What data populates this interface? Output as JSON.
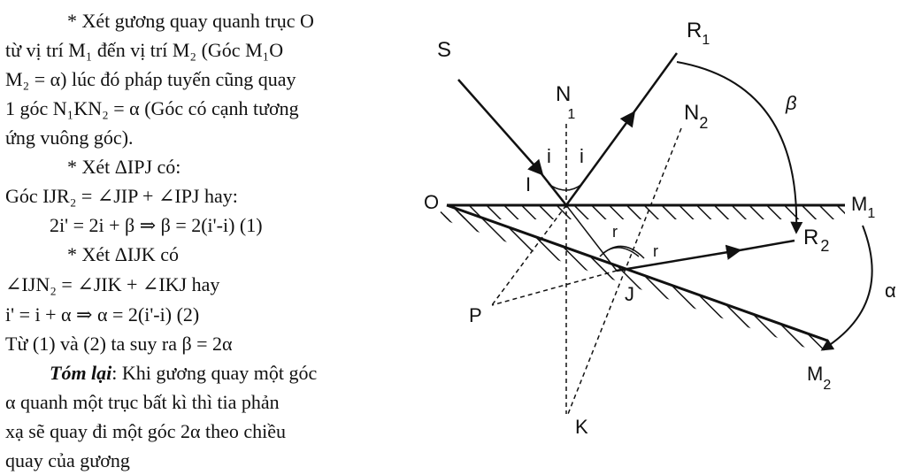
{
  "text": {
    "line1": "* Xét gương quay quanh trục O",
    "line2": "từ vị trí M₁ đến vị trí M₂ (Góc M₁O",
    "line3": "M₂ = α) lúc đó pháp tuyến cũng quay",
    "line4": "1 góc N₁KN₂ = α (Góc có cạnh tương",
    "line5": "ứng vuông góc).",
    "line6": "* Xét ΔIPJ có:",
    "line7": "Góc IJR₂ = ∠JIP + ∠IPJ  hay:",
    "line8": "2i' = 2i + β ⇒ β = 2(i'-i)     (1)",
    "line9": "* Xét ΔIJK có",
    "line10": "∠IJN₂ = ∠JIK + ∠IKJ  hay",
    "line11": "i' = i + α ⇒  α = 2(i'-i)     (2)",
    "line12": "Từ (1) và (2) ta suy ra β = 2α",
    "line13_bold": "Tóm lại",
    "line13_rest": ": Khi gương quay một góc",
    "line14": "α quanh một trục bất kì  thì tia phản",
    "line15": "xạ sẽ quay đi một góc 2α theo chiều",
    "line16": "quay của gương"
  },
  "diagram": {
    "S": "S",
    "R1": "R",
    "R1_sub": "1",
    "N1": "N",
    "N1_sub": "1",
    "N2": "N",
    "N2_sub": "2",
    "I": "I",
    "O": "O",
    "M1": "M",
    "M1_sub": "1",
    "R2": "R",
    "R2_sub": "2",
    "J": "J",
    "P": "P",
    "M2": "M",
    "M2_sub": "2",
    "K": "K",
    "beta": "β",
    "alpha": "α",
    "i_left": "i",
    "i_right": "i",
    "r_left": "r",
    "r_right": "r"
  }
}
